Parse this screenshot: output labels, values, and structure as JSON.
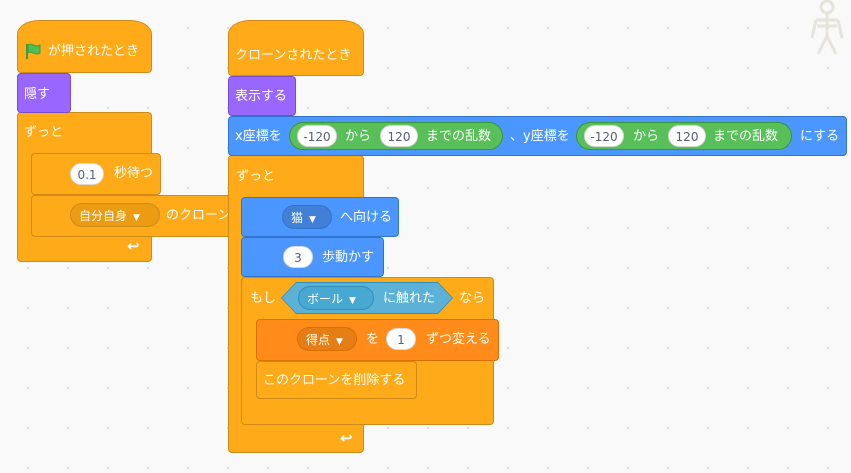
{
  "script1": {
    "hat": "が押されたとき",
    "hide": "隠す",
    "forever": "ずっと",
    "wait_value": "0.1",
    "wait_label": "秒待つ",
    "clone_target": "自分自身",
    "clone_label": "のクローン"
  },
  "script2": {
    "hat": "クローンされたとき",
    "show": "表示する",
    "goto_x_label": "x座標を",
    "x_from": "-120",
    "kara1": "から",
    "x_to": "120",
    "random1": "までの乱数",
    "goto_y_label": "、y座標を",
    "y_from": "-120",
    "kara2": "から",
    "y_to": "120",
    "random2": "までの乱数",
    "nisuru": "にする",
    "forever": "ずっと",
    "point_target": "猫",
    "point_label": "へ向ける",
    "move_value": "3",
    "move_label": "歩動かす",
    "if_label": "もし",
    "touch_target": "ボール",
    "touch_label": "に触れた",
    "then_label": "なら",
    "var_name": "得点",
    "var_wo": "を",
    "var_value": "1",
    "var_label": "ずつ変える",
    "delete_clone": "このクローンを削除する"
  },
  "icons": {
    "flag": "green-flag-icon",
    "loop": "loop-arrow-icon",
    "dropdown": "dropdown-arrow-icon",
    "sprite": "sprite-skeleton-icon"
  },
  "colors": {
    "events": "#FFAB19",
    "control": "#FFAB19",
    "looks": "#9966FF",
    "motion": "#4C97FF",
    "sensing": "#5CB1D6",
    "operators": "#59C059",
    "variables": "#FF8C1A"
  }
}
